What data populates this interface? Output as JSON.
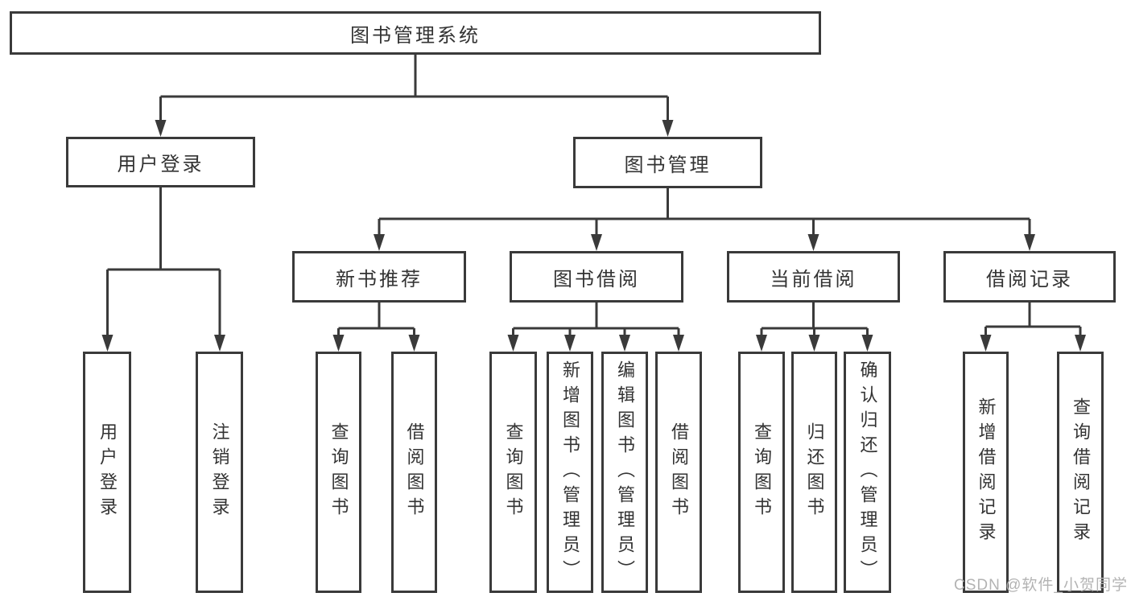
{
  "colors": {
    "background": "#ffffff",
    "line": "#3a3a3a",
    "box_border": "#3a3a3a",
    "text": "#333333",
    "watermark": "#b3b3b3"
  },
  "watermark": "CSDN @软件_小贺同学",
  "tree": {
    "label": "图书管理系统",
    "children": [
      {
        "label": "用户登录",
        "children": [
          {
            "label": "用户登录"
          },
          {
            "label": "注销登录"
          }
        ]
      },
      {
        "label": "图书管理",
        "children": [
          {
            "label": "新书推荐",
            "children": [
              {
                "label": "查询图书"
              },
              {
                "label": "借阅图书"
              }
            ]
          },
          {
            "label": "图书借阅",
            "children": [
              {
                "label": "查询图书"
              },
              {
                "label": "新增图书（管理员）"
              },
              {
                "label": "编辑图书（管理员）"
              },
              {
                "label": "借阅图书"
              }
            ]
          },
          {
            "label": "当前借阅",
            "children": [
              {
                "label": "查询图书"
              },
              {
                "label": "归还图书"
              },
              {
                "label": "确认归还（管理员）"
              }
            ]
          },
          {
            "label": "借阅记录",
            "children": [
              {
                "label": "新增借阅记录"
              },
              {
                "label": "查询借阅记录"
              }
            ]
          }
        ]
      }
    ]
  }
}
